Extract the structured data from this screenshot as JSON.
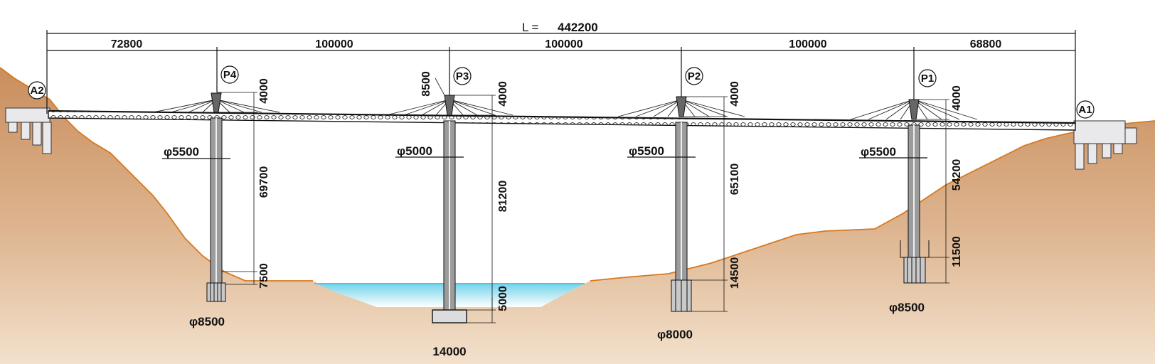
{
  "title": {
    "label": "L =",
    "value": "442200"
  },
  "spans": [
    "72800",
    "100000",
    "100000",
    "100000",
    "68800"
  ],
  "abutments": [
    "A2",
    "A1"
  ],
  "piers": [
    {
      "label": "P4",
      "diameter": "φ5500",
      "height": "69700",
      "tower": "4000",
      "footing": "7500",
      "base": "φ8500"
    },
    {
      "label": "P3",
      "diameter": "φ5000",
      "height": "81200",
      "tower": "4000",
      "tower_top": "8500",
      "footing": "5000",
      "base": "14000"
    },
    {
      "label": "P2",
      "diameter": "φ5500",
      "height": "65100",
      "tower": "4000",
      "footing": "14500",
      "base": "φ8000"
    },
    {
      "label": "P1",
      "diameter": "φ5500",
      "height": "54200",
      "tower": "4000",
      "footing": "11500",
      "base": "φ8500"
    }
  ],
  "colors": {
    "ground_top": "#d4a276",
    "ground_bottom": "#f1dcc4",
    "ground_line": "#d8781e",
    "water": "#7fd6ea",
    "lines": "#111111"
  }
}
